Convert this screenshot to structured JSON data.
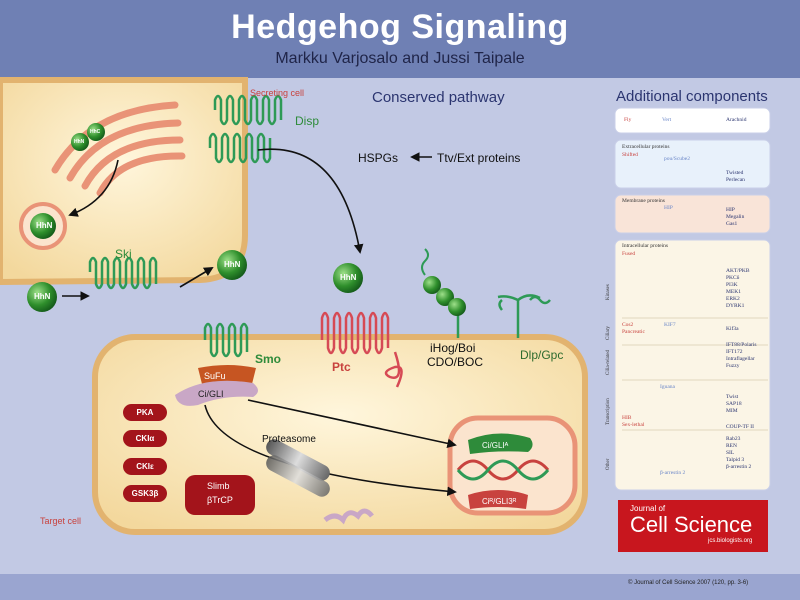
{
  "header": {
    "title": "Hedgehog Signaling",
    "authors": "Markku Varjosalo and Jussi Taipale"
  },
  "diagram": {
    "secreting_cell": "Secreting cell",
    "target_cell": "Target cell",
    "conserved_pathway": "Conserved pathway",
    "disp": "Disp",
    "hspgs": "HSPGs",
    "ttv": "Ttv/Ext proteins",
    "ski": "Ski",
    "smo": "Smo",
    "ptc": "Ptc",
    "ihog": "iHog/Boi",
    "cdo": "CDO/BOC",
    "dlp": "Dlp/Gpc",
    "hhn": "HhN",
    "hhc": "HhC",
    "sufu": "SuFu",
    "ci_gli": "Ci/GLI",
    "proteasome": "Proteasome",
    "ci_gli_a": "Ci/GLIᴬ",
    "ci_gli_r": "Ciᴿ/GLI3ᴿ",
    "slimb": "Slimb",
    "btrcp": "βTrCP",
    "kinases": [
      "PKA",
      "CKIα",
      "CKIε",
      "GSK3β"
    ]
  },
  "additional": {
    "heading": "Additional components",
    "legend": [
      "Fly",
      "Vert",
      "Arachnid"
    ],
    "extracellular_title": "Extracellular proteins",
    "extracellular": [
      "Shifted",
      "pou/Scube2",
      "Twisted",
      "Perlecan"
    ],
    "membrane_title": "Membrane proteins",
    "membrane": [
      "HIP",
      "HIP",
      "Megalin",
      "Gas1"
    ],
    "intracellular_title": "Intracellular proteins",
    "intracellular_fly": [
      "Fused",
      "Cos2",
      "Pancreatic",
      "HIB",
      "Sex-lethal",
      "β-arrestin 2"
    ],
    "intracellular_vert": [
      "KIF7",
      "Iguana"
    ],
    "intracellular_right": [
      "AKT/PKB",
      "PKCδ",
      "PI3K",
      "MEK1",
      "ERK2",
      "DYRK1",
      "Kif3a",
      "IFT88/Polaris",
      "IFT172",
      "Intraflagellar",
      "Fuzzy",
      "Twist",
      "SAP18",
      "MIM",
      "COUP-TF II",
      "Rab23",
      "REN",
      "SIL",
      "Talpid 3",
      "β-arrestin 2"
    ],
    "side_labels": [
      "Kinases",
      "Ciliary",
      "Cilia-related",
      "Transcription",
      "Other"
    ]
  },
  "journal": {
    "pre": "Journal of",
    "name": "Cell Science",
    "url": "jcs.biologists.org"
  },
  "footer": {
    "copyright": "© Journal of Cell Science 2007 (120, pp. 3-6)"
  },
  "colors": {
    "header": "#6f80b4",
    "background": "#c2c9e4",
    "cell": "#f8e7bb",
    "cell_border": "#e2b36f",
    "green": "#2e8b3a",
    "red": "#c8423e",
    "dark_red": "#a3141b"
  }
}
